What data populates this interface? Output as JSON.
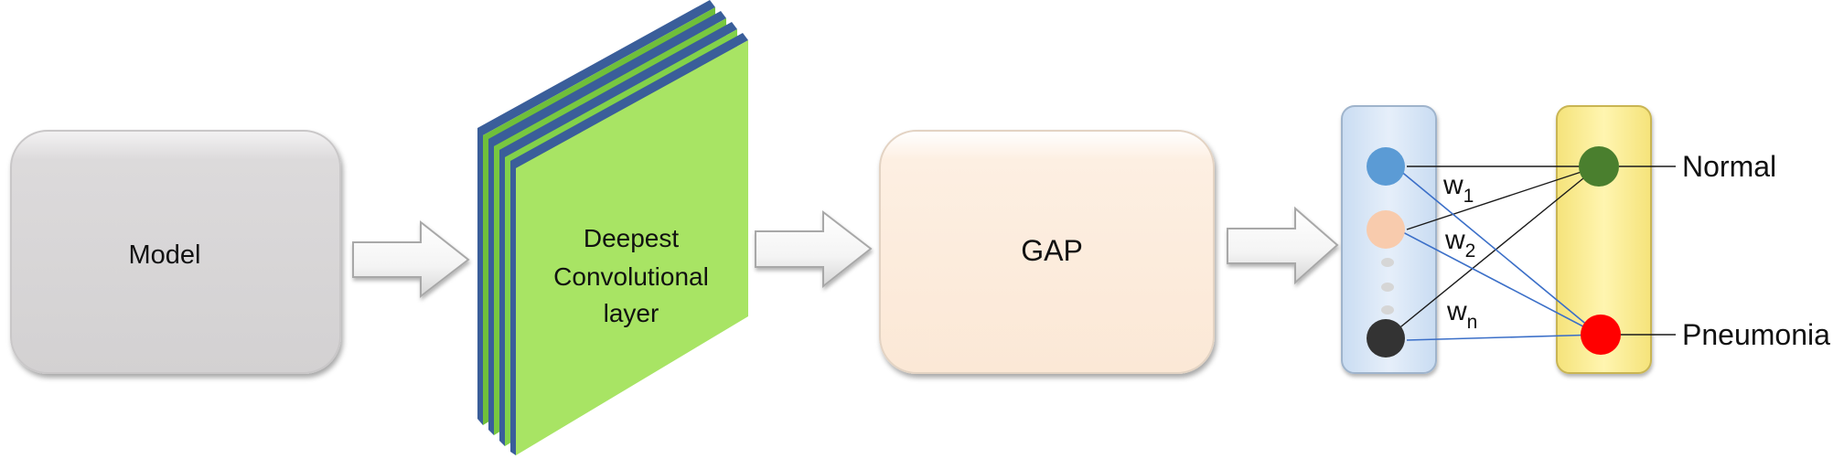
{
  "boxes": {
    "model": {
      "label": "Model"
    },
    "conv": {
      "line1": "Deepest",
      "line2": "Convolutional",
      "line3": "layer"
    },
    "gap": {
      "label": "GAP"
    }
  },
  "weights": {
    "w1": {
      "base": "w",
      "sub": "1"
    },
    "w2": {
      "base": "w",
      "sub": "2"
    },
    "wn": {
      "base": "w",
      "sub": "n"
    }
  },
  "outputs": {
    "normal": "Normal",
    "pneumonia": "Pneumonia"
  },
  "colors": {
    "model_fill": "#dcdadb",
    "conv_front": "#a8e464",
    "conv_edge": "#3a5e9a",
    "gap_fill": "#fdefe2",
    "input_col": "#dce9f8",
    "output_col": "#fdf1a0",
    "node_blue": "#5b9bd5",
    "node_peach": "#f8cbad",
    "node_dark": "#333333",
    "node_green": "#4a7f2e",
    "node_red": "#ff0000",
    "line_blue": "#3b6fc8",
    "line_black": "#1a1a1a"
  }
}
